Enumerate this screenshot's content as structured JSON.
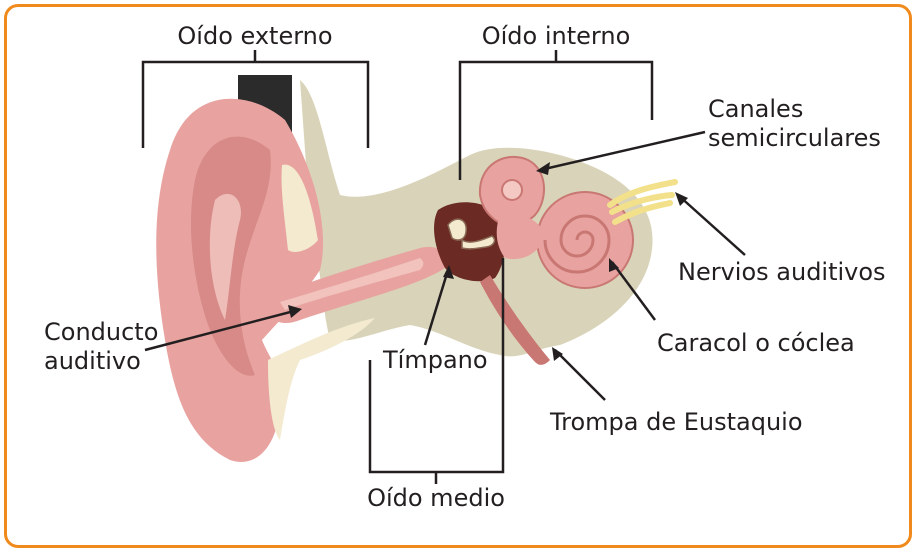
{
  "labels": {
    "outer_ear": "Oído externo",
    "inner_ear": "Oído interno",
    "middle_ear": "Oído medio",
    "semicircular_line1": "Canales",
    "semicircular_line2": "semicirculares",
    "auditory_nerves": "Nervios auditivos",
    "cochlea": "Caracol o cóclea",
    "eustachian": "Trompa de Eustaquio",
    "eardrum": "Tímpano",
    "canal_line1": "Conducto",
    "canal_line2": "auditivo"
  },
  "colors": {
    "frame": "#f08a1c",
    "skin": "#e8a3a0",
    "skin_dark": "#c97773",
    "skin_light": "#f4c9c4",
    "bone": "#d9d4b9",
    "cartilage": "#f3ead0",
    "nerve": "#f2e08a",
    "hair": "#2b2b2b",
    "middle_cavity": "#6b2a24",
    "line": "#231f20"
  }
}
